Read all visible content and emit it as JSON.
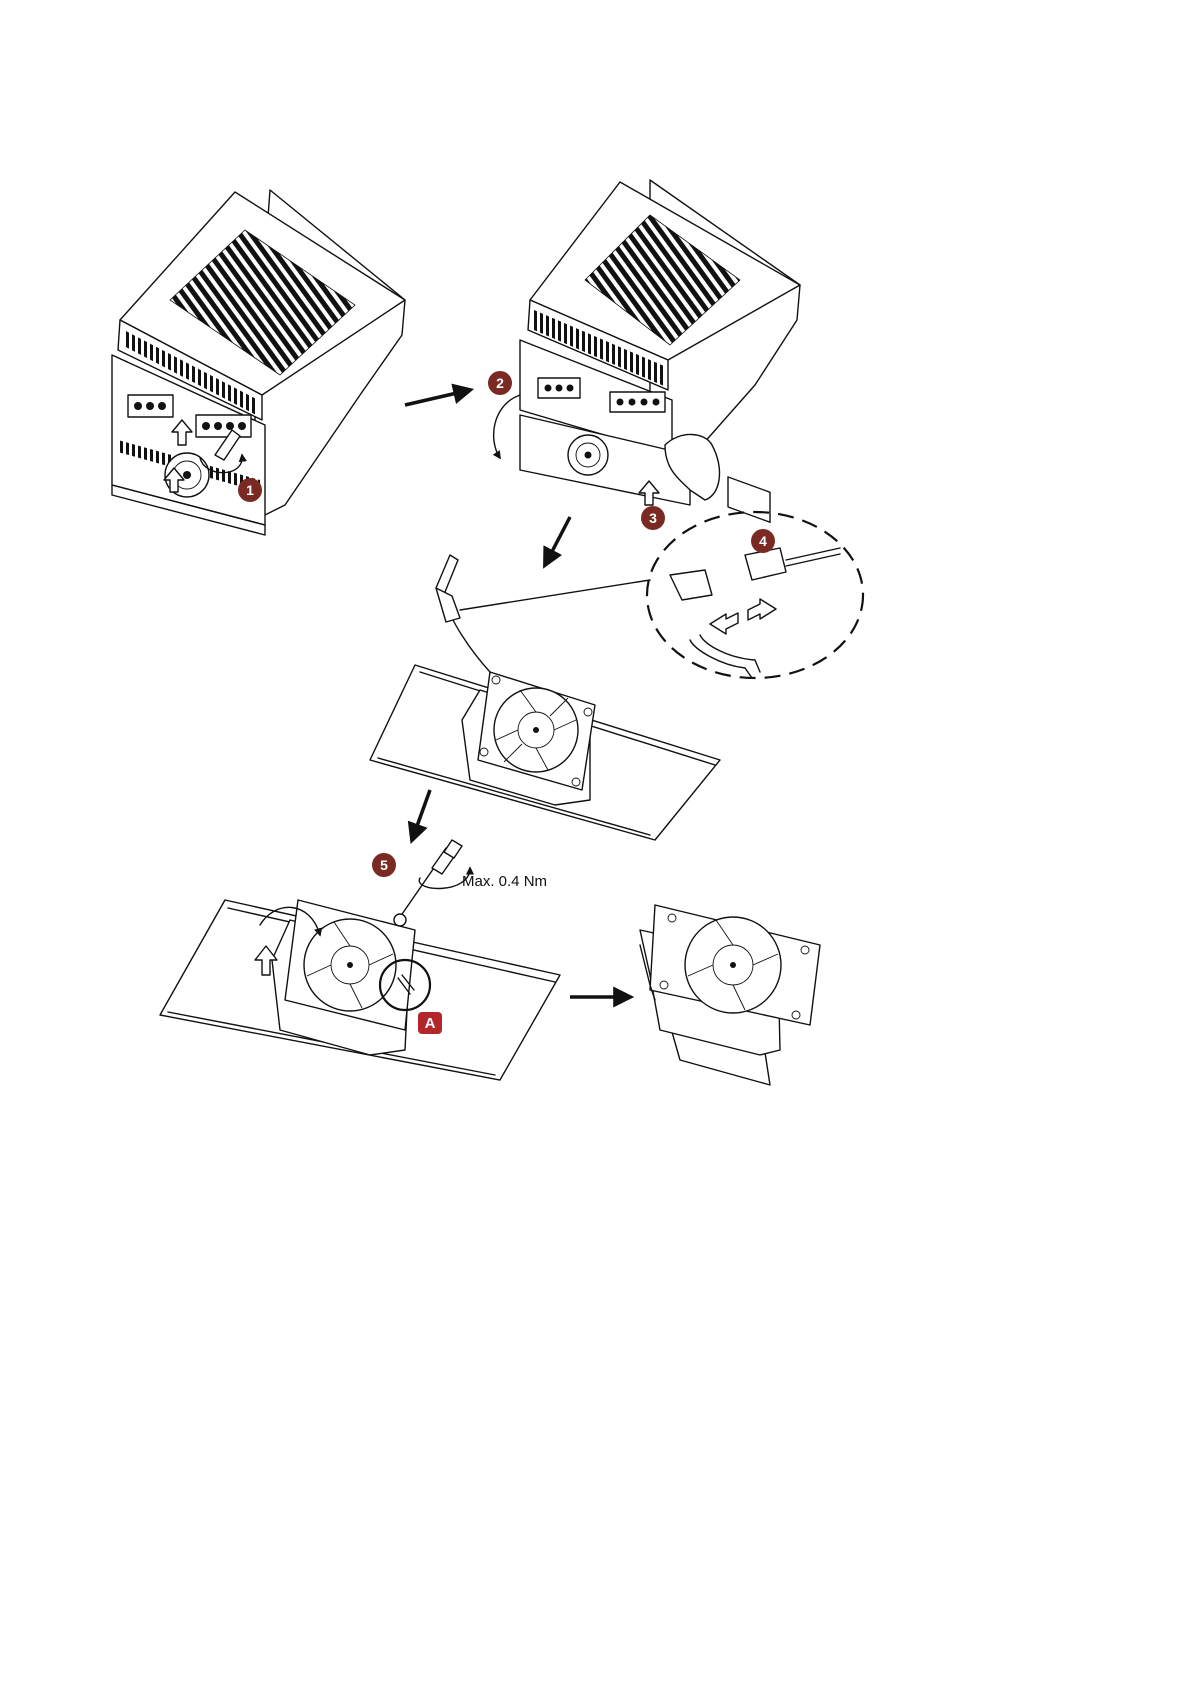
{
  "steps": [
    {
      "id": "step-1",
      "label": "1"
    },
    {
      "id": "step-2",
      "label": "2"
    },
    {
      "id": "step-3",
      "label": "3"
    },
    {
      "id": "step-4",
      "label": "4"
    },
    {
      "id": "step-5",
      "label": "5"
    }
  ],
  "detail_marker": {
    "label": "A"
  },
  "torque": {
    "text": "Max. 0.4 Nm"
  },
  "colors": {
    "step_badge": "#7a2a22",
    "detail_badge": "#b3262a",
    "line": "#111111"
  }
}
